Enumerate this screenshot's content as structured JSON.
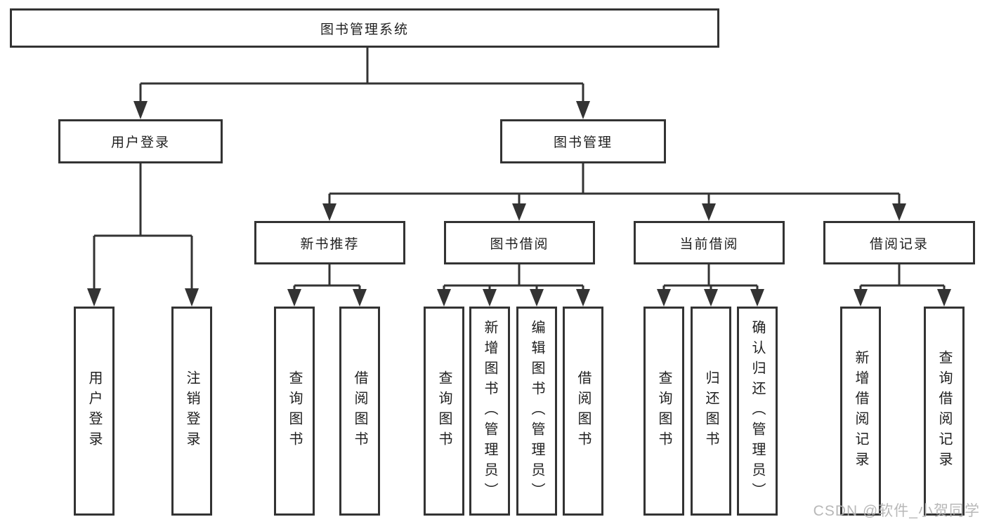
{
  "diagram": {
    "type": "tree",
    "title": "图书管理系统",
    "nodes": [
      {
        "id": "root",
        "label": "图书管理系统",
        "parent": null
      },
      {
        "id": "user-login-group",
        "label": "用户登录",
        "parent": "root"
      },
      {
        "id": "book-management",
        "label": "图书管理",
        "parent": "root"
      },
      {
        "id": "user-login",
        "label": "用户登录",
        "parent": "user-login-group"
      },
      {
        "id": "logout",
        "label": "注销登录",
        "parent": "user-login-group"
      },
      {
        "id": "new-book-recommend",
        "label": "新书推荐",
        "parent": "book-management"
      },
      {
        "id": "book-borrowing",
        "label": "图书借阅",
        "parent": "book-management"
      },
      {
        "id": "current-borrowing",
        "label": "当前借阅",
        "parent": "book-management"
      },
      {
        "id": "borrowing-records",
        "label": "借阅记录",
        "parent": "book-management"
      },
      {
        "id": "query-books-a",
        "label": "查询图书",
        "parent": "new-book-recommend"
      },
      {
        "id": "borrow-books-a",
        "label": "借阅图书",
        "parent": "new-book-recommend"
      },
      {
        "id": "query-books-b",
        "label": "查询图书",
        "parent": "book-borrowing"
      },
      {
        "id": "add-books-admin",
        "label": "新增图书（管理员）",
        "parent": "book-borrowing"
      },
      {
        "id": "edit-books-admin",
        "label": "编辑图书（管理员）",
        "parent": "book-borrowing"
      },
      {
        "id": "borrow-books-b",
        "label": "借阅图书",
        "parent": "book-borrowing"
      },
      {
        "id": "query-books-c",
        "label": "查询图书",
        "parent": "current-borrowing"
      },
      {
        "id": "return-books",
        "label": "归还图书",
        "parent": "current-borrowing"
      },
      {
        "id": "confirm-return-admin",
        "label": "确认归还（管理员）",
        "parent": "current-borrowing"
      },
      {
        "id": "add-borrow-record",
        "label": "新增借阅记录",
        "parent": "borrowing-records"
      },
      {
        "id": "query-borrow-record",
        "label": "查询借阅记录",
        "parent": "borrowing-records"
      }
    ]
  },
  "watermark": {
    "text": "CSDN @软件_小贺同学"
  },
  "colors": {
    "line": "#333333",
    "box_background": "#ffffff",
    "text": "#1f1f1f",
    "watermark": "#b2b2b2"
  }
}
